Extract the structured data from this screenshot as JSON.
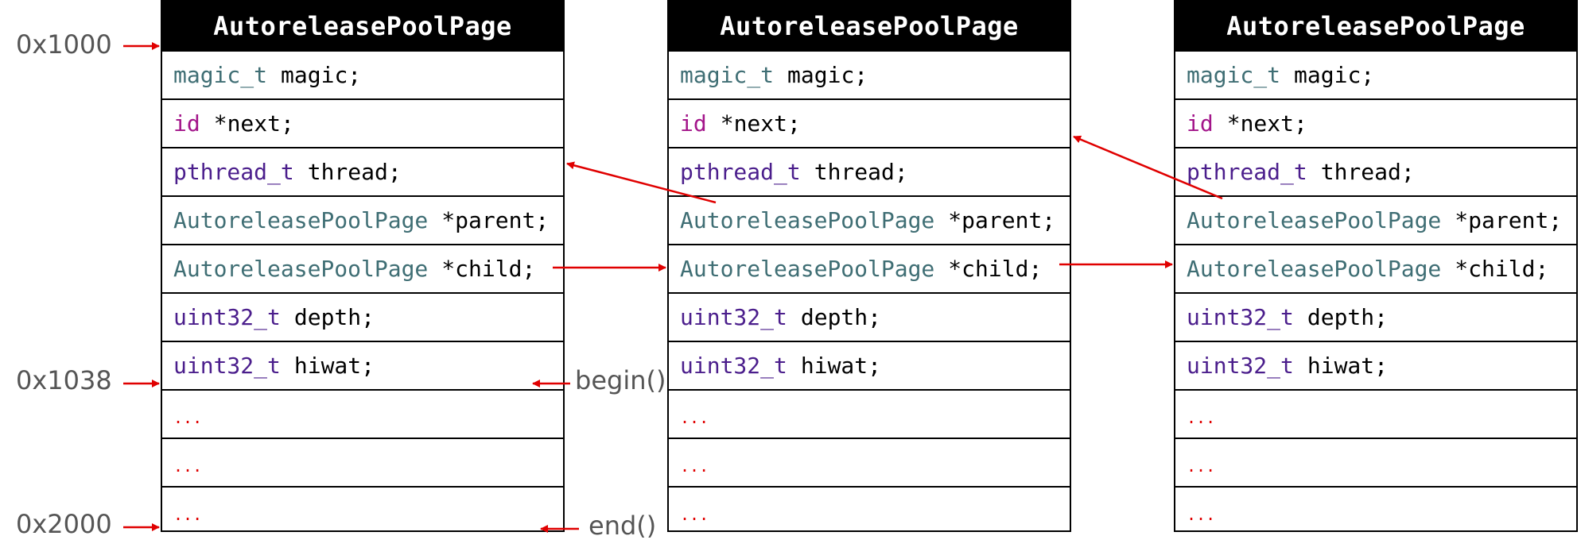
{
  "colors": {
    "type_teal": "#3f6e74",
    "type_purple": "#4b1e8c",
    "type_magenta": "#a3158a",
    "ellipsis": "#e00000",
    "arrow": "#e00000"
  },
  "pages": [
    {
      "header": "AutoreleasePoolPage",
      "fields": [
        {
          "type": "magic_t",
          "name": "magic;",
          "color": "#3f6e74"
        },
        {
          "type": "id",
          "name": "*next;",
          "color": "#a3158a"
        },
        {
          "type": "pthread_t",
          "name": "thread;",
          "color": "#4b1e8c"
        },
        {
          "type": "AutoreleasePoolPage",
          "name": "*parent;",
          "color": "#3f6e74"
        },
        {
          "type": "AutoreleasePoolPage",
          "name": "*child;",
          "color": "#3f6e74"
        },
        {
          "type": "uint32_t",
          "name": "depth;",
          "color": "#4b1e8c"
        },
        {
          "type": "uint32_t",
          "name": "hiwat;",
          "color": "#4b1e8c"
        }
      ],
      "slots": [
        "...",
        "...",
        "..."
      ]
    },
    {
      "header": "AutoreleasePoolPage",
      "fields": [
        {
          "type": "magic_t",
          "name": "magic;",
          "color": "#3f6e74"
        },
        {
          "type": "id",
          "name": "*next;",
          "color": "#a3158a"
        },
        {
          "type": "pthread_t",
          "name": "thread;",
          "color": "#4b1e8c"
        },
        {
          "type": "AutoreleasePoolPage",
          "name": "*parent;",
          "color": "#3f6e74"
        },
        {
          "type": "AutoreleasePoolPage",
          "name": "*child;",
          "color": "#3f6e74"
        },
        {
          "type": "uint32_t",
          "name": "depth;",
          "color": "#4b1e8c"
        },
        {
          "type": "uint32_t",
          "name": "hiwat;",
          "color": "#4b1e8c"
        }
      ],
      "slots": [
        "...",
        "...",
        "..."
      ]
    },
    {
      "header": "AutoreleasePoolPage",
      "fields": [
        {
          "type": "magic_t",
          "name": "magic;",
          "color": "#3f6e74"
        },
        {
          "type": "id",
          "name": "*next;",
          "color": "#a3158a"
        },
        {
          "type": "pthread_t",
          "name": "thread;",
          "color": "#4b1e8c"
        },
        {
          "type": "AutoreleasePoolPage",
          "name": "*parent;",
          "color": "#3f6e74"
        },
        {
          "type": "AutoreleasePoolPage",
          "name": "*child;",
          "color": "#3f6e74"
        },
        {
          "type": "uint32_t",
          "name": "depth;",
          "color": "#4b1e8c"
        },
        {
          "type": "uint32_t",
          "name": "hiwat;",
          "color": "#4b1e8c"
        }
      ],
      "slots": [
        "...",
        "...",
        "..."
      ]
    }
  ],
  "addresses": [
    "0x1000",
    "0x1038",
    "0x2000"
  ],
  "functions": {
    "begin": "begin()",
    "end": "end()"
  }
}
